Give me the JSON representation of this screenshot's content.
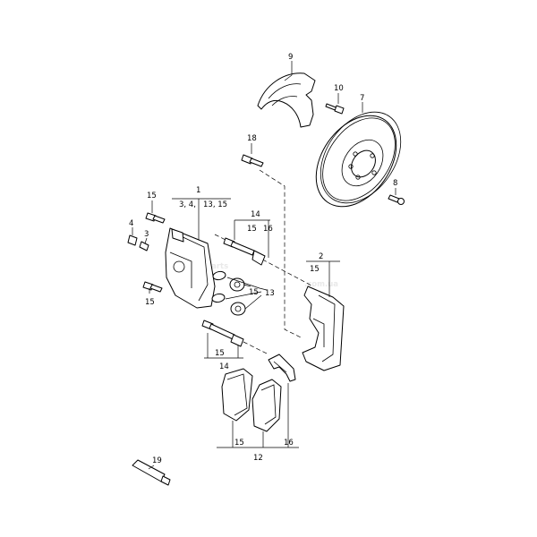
{
  "watermark": {
    "brand": "parts",
    "suffix": ".com.ua"
  },
  "callouts": {
    "c1": "1",
    "c1_sub_a": "3, 4,",
    "c1_sub_b": "13, 15",
    "c2": "2",
    "c2_sub": "15",
    "c3": "3",
    "c4": "4",
    "c7": "7",
    "c8": "8",
    "c9": "9",
    "c10": "10",
    "c12": "12",
    "c12_sub_a": "15",
    "c12_sub_b": "16",
    "c13": "13",
    "c13_sub": "15",
    "c14_top": "14",
    "c14_top_sub_a": "15",
    "c14_top_sub_b": "16",
    "c14_bottom": "14",
    "c14_bottom_sub": "15",
    "c15_topleft": "15",
    "c15_left": "15",
    "c16": "16",
    "c18": "18",
    "c19": "19"
  }
}
